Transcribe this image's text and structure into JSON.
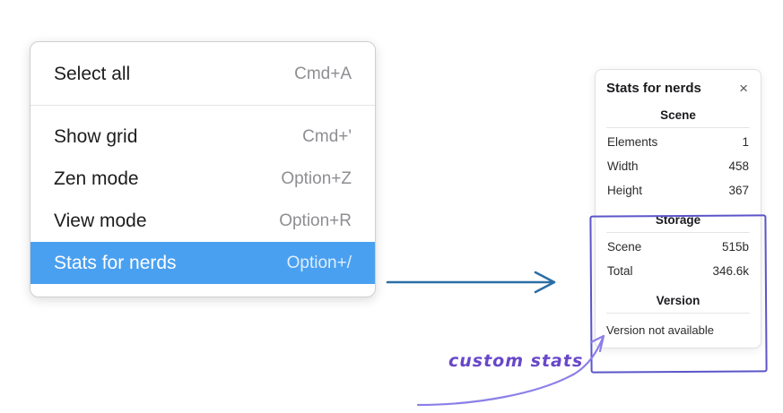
{
  "menu": {
    "items": [
      {
        "label": "Select all",
        "shortcut": "Cmd+A",
        "selected": false
      },
      {
        "label": "Show grid",
        "shortcut": "Cmd+'",
        "selected": false
      },
      {
        "label": "Zen mode",
        "shortcut": "Option+Z",
        "selected": false
      },
      {
        "label": "View mode",
        "shortcut": "Option+R",
        "selected": false
      },
      {
        "label": "Stats for nerds",
        "shortcut": "Option+/",
        "selected": true
      }
    ]
  },
  "stats": {
    "title": "Stats for nerds",
    "close_icon": "×",
    "scene": {
      "header": "Scene",
      "rows": [
        {
          "label": "Elements",
          "value": "1"
        },
        {
          "label": "Width",
          "value": "458"
        },
        {
          "label": "Height",
          "value": "367"
        }
      ]
    },
    "storage": {
      "header": "Storage",
      "rows": [
        {
          "label": "Scene",
          "value": "515b"
        },
        {
          "label": "Total",
          "value": "346.6k"
        }
      ]
    },
    "version": {
      "header": "Version",
      "text": "Version not available"
    }
  },
  "annotations": {
    "custom_stats": "custom stats"
  },
  "colors": {
    "menu_highlight": "#4aa0f0",
    "flow_arrow": "#2b6ea5",
    "highlight_box": "#5b55c9",
    "annotation_text": "#6747c9",
    "annotation_arrow": "#8b7fe8"
  }
}
